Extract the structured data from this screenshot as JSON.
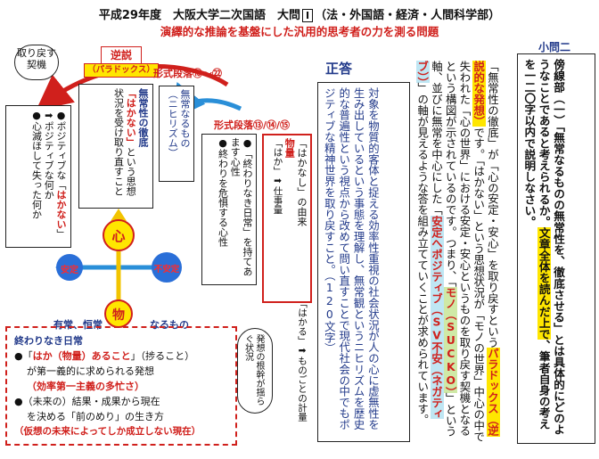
{
  "header": {
    "title_pre": "平成29年度　大阪大学二次国語　大問",
    "title_num": "Ⅰ",
    "title_post": "（法・外国語・経済・人間科学部）",
    "subtitle": "演繹的な推論を基盤にした汎用的思考者の力を測る問題"
  },
  "diagram": {
    "torimodosu": "取り戻す契機",
    "gyakusetsu": "逆説",
    "paradox": "（パラドックス）",
    "danraku_16_22": "形式段落⑯〜㉒",
    "danraku_13_15": "形式段落⑬/⑭/⑮",
    "nihilism_a": "無常なるもの",
    "nihilism_b": "（ニヒリズム）",
    "mujo_tettei": "無常性の徹底",
    "hakanai_q": "「はかない」",
    "hakanai_rest": "という思想状況を受け取り直すこと",
    "left_bullet1_pre": "●ポジティブな「",
    "left_bullet1_hl": "はかない",
    "left_bullet1_post": "」",
    "left_bullet1_sub": "➡ポジティブな何か",
    "left_bullet2": "●心滅ほして失った何か",
    "bullet_owarinaki": "●「終わりなき日常」を持てあます心性",
    "bullet_owari_kigu": "●終わりを危惧する心性",
    "hakanashi_yurai": "「はかなし」の由来",
    "mono_label": "物量",
    "hakado": "「はか」➡仕事量",
    "hakaru": "「はかる」➡ものごとの計量",
    "kokoro": "心",
    "antei": "安定",
    "fuantei": "不安定",
    "mono_circle": "物",
    "yuu_tsune": "有常、恒常",
    "naru_mono": "なるもの",
    "hassou_konkan": "発想の根幹が揺らぐ状況",
    "bottom_title": "終わりなき日常",
    "b1_pre": "●「",
    "b1_red": "はか（物量）あること",
    "b1_post": "」（捗ること）",
    "b1_line2": "が第一義的に求められる発想",
    "b1_paren": "（効率第一主義の多忙さ）",
    "b2_line1": "●（未来の）結果・成果から現在",
    "b2_line2": "を決める「前のめり」の生き方",
    "b2_paren": "（仮想の未来によってしか成立しない現在）"
  },
  "answer": {
    "heading": "正答",
    "text": "対象を物質的客体と捉える効率性重視の社会状況が人の心に虚無性を生み出しているという事態を理解し、無常観というニヒリズムを歴史的な普遍性という視点から改めて問い直すことで現代社会の中でもポジティブな精神世界を取り戻すこと。（120文字）"
  },
  "guide": {
    "p1": "「無常性の徹底」が「心の安定・安心」を取り戻すという",
    "p1_hl": "パラドック",
    "p2_hl": "ス（逆説的な発想）",
    "p2": "です。「はかない」という思想状況が「モノの世界」中心の中で失われた「心の世界」における安定・安心というものを取り戻す契機となるという構図が示されているのです。つまり、「",
    "p2_hl2": "モノ（SUCKO）",
    "p3": "」という軸、並びに無常を中心にした「",
    "p3_hl": "安定へポジティブ（SV不安（ネガティブ））",
    "p3_end": "」の軸が見えるような答を組み立てていくことが求められています。"
  },
  "question": {
    "label": "小問二",
    "q1": "傍線部（一）「無常なるものの無常性を、徹底させる」とは具体的にどのようなことであると考えられるか。",
    "q1_hl": "文章全体を読んだ上で",
    "q1_end": "、筆者自身の考えを一二〇字以内で説明しなさい。"
  }
}
